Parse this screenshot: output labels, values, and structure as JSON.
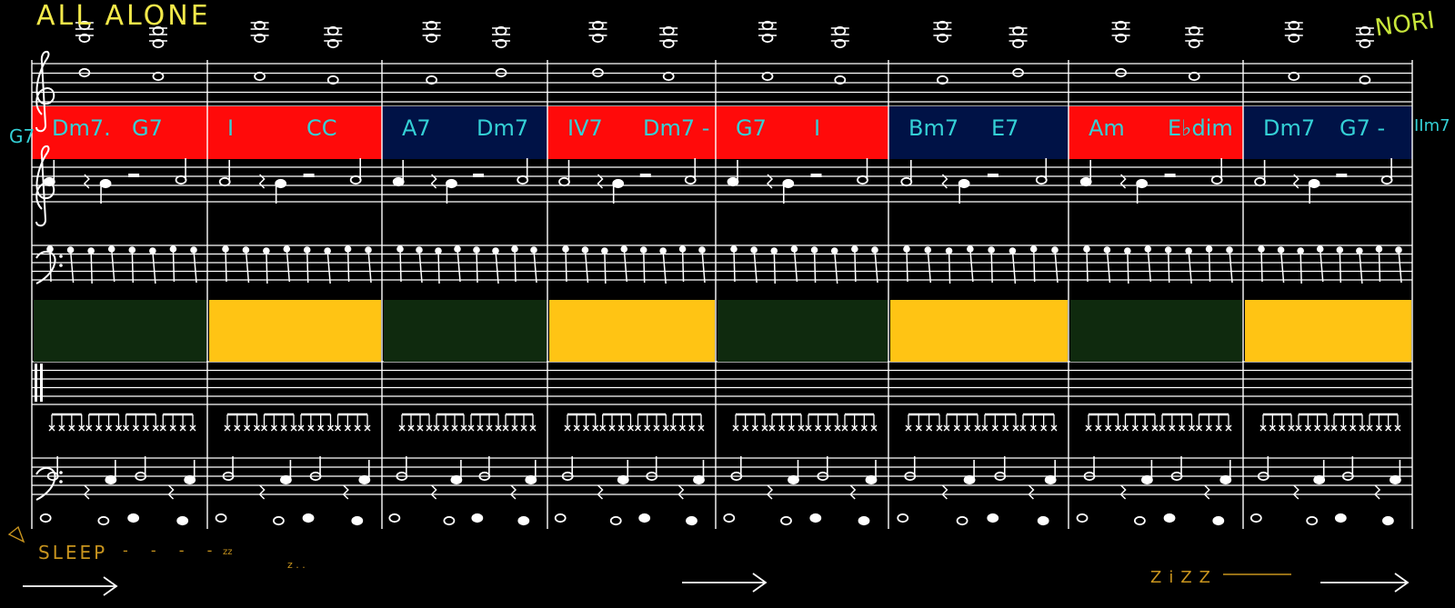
{
  "title": "ALL ALONE",
  "author_tag": "NORI",
  "side_labels": {
    "left": "G7",
    "right": "IIm7"
  },
  "footer": {
    "sleep": "SLEEP",
    "sleep_dashes": "- - - -",
    "zz": "zz",
    "z": "z . .",
    "zizz": "ZiZZ"
  },
  "colors": {
    "background": "#000000",
    "staff": "#ffffff",
    "chord_red": "#ff0a0a",
    "chord_navy": "#001246",
    "chord_text": "#34d0d6",
    "block_dark_green": "#0f2a0e",
    "block_yellow": "#ffc414",
    "title": "#f3e94a",
    "footer_text": "#c8941e"
  },
  "measures": [
    {
      "chord_left": "Dm7.",
      "chord_right": "G7",
      "chord_color": "red",
      "block_color": "dark_green"
    },
    {
      "chord_left": "I",
      "chord_right": "CC",
      "chord_color": "red",
      "block_color": "yellow"
    },
    {
      "chord_left": "A7",
      "chord_right": "Dm7",
      "chord_color": "navy",
      "block_color": "dark_green"
    },
    {
      "chord_left": "IV7",
      "chord_right": "Dm7 -",
      "chord_color": "red",
      "block_color": "yellow"
    },
    {
      "chord_left": "G7",
      "chord_right": "I",
      "chord_color": "red",
      "block_color": "dark_green"
    },
    {
      "chord_left": "Bm7",
      "chord_right": "E7",
      "chord_color": "navy",
      "block_color": "yellow"
    },
    {
      "chord_left": "Am",
      "chord_right": "E♭dim",
      "chord_color": "red",
      "block_color": "dark_green"
    },
    {
      "chord_left": "Dm7",
      "chord_right": "G7 -",
      "chord_color": "navy",
      "block_color": "yellow"
    }
  ],
  "icons": [
    "treble-clef-icon",
    "bass-clef-icon",
    "percussion-clef-icon",
    "arrow-right-icon",
    "sleep-mark-icon"
  ]
}
